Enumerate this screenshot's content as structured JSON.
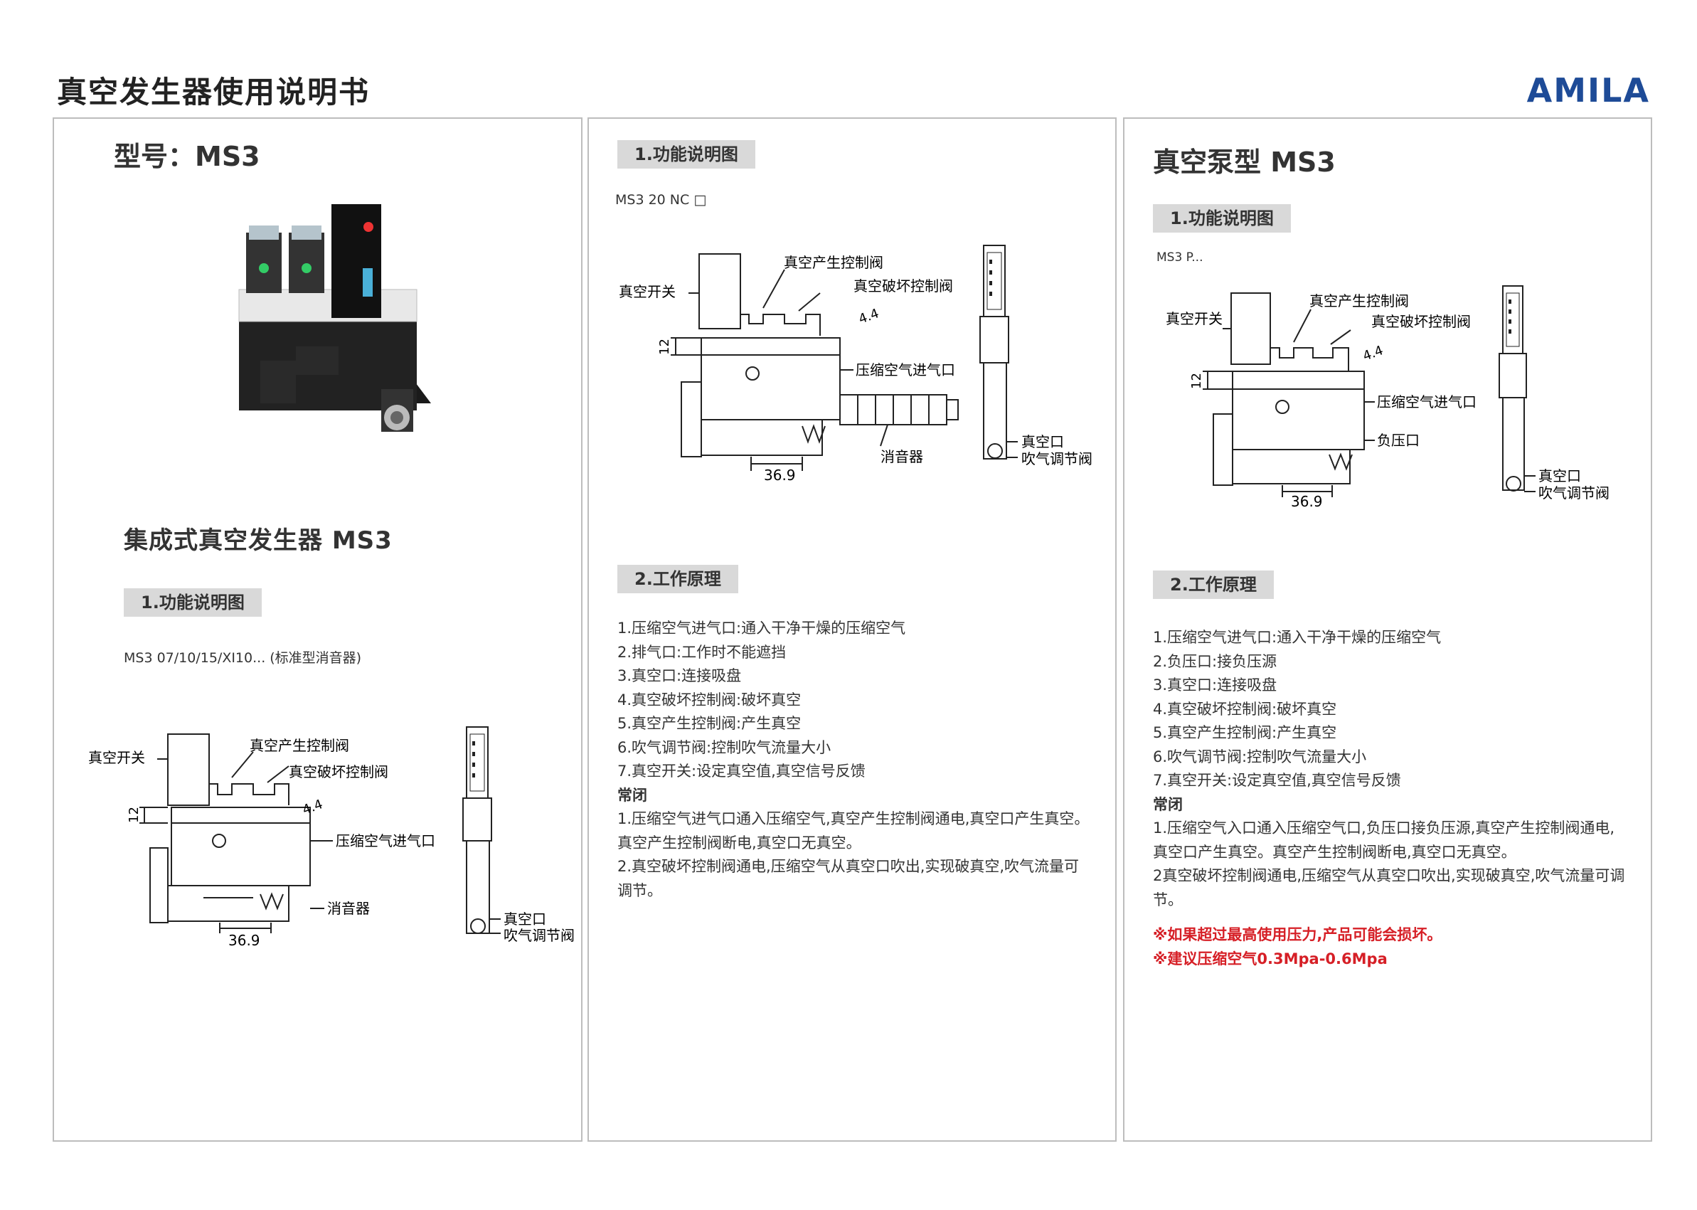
{
  "header": {
    "title": "真空发生器使用说明书",
    "logo": "AMILA"
  },
  "colors": {
    "logo": "#1e4b97",
    "label_bg": "#d9d9d9",
    "warning": "#d61f26",
    "border": "#bdbdbd"
  },
  "left": {
    "model": "型号：MS3",
    "product_name": "集成式真空发生器 MS3",
    "section1": "1.功能说明图",
    "model_code": "MS3 07/10/15/XI10... (标准型消音器)",
    "diagram": {
      "labels": [
        "真空开关",
        "真空产生控制阀",
        "真空破坏控制阀",
        "压缩空气进气口",
        "消音器",
        "真空口",
        "吹气调节阀"
      ],
      "dim_12": "12",
      "dim_36": "36.9",
      "dim_44": "4.4"
    }
  },
  "middle": {
    "section1": "1.功能说明图",
    "model_code": "MS3 20 NC □",
    "diagram": {
      "labels": [
        "真空开关",
        "真空产生控制阀",
        "真空破坏控制阀",
        "压缩空气进气口",
        "消音器",
        "真空口",
        "吹气调节阀"
      ],
      "dim_12": "12",
      "dim_36": "36.9",
      "dim_44": "4.4"
    },
    "section2": "2.工作原理",
    "principles": [
      "1.压缩空气进气口:通入干净干燥的压缩空气",
      "2.排气口:工作时不能遮挡",
      "3.真空口:连接吸盘",
      "4.真空破坏控制阀:破坏真空",
      "5.真空产生控制阀:产生真空",
      "6.吹气调节阀:控制吹气流量大小",
      "7.真空开关:设定真空值,真空信号反馈"
    ],
    "nc_heading": "常闭",
    "nc_items": [
      "1.压缩空气进气口通入压缩空气,真空产生控制阀通电,真空口产生真空。真空产生控制阀断电,真空口无真空。",
      "2.真空破坏控制阀通电,压缩空气从真空口吹出,实现破真空,吹气流量可调节。"
    ]
  },
  "right": {
    "model": "真空泵型 MS3",
    "section1": "1.功能说明图",
    "model_code": "MS3 P...",
    "diagram": {
      "labels": [
        "真空开关",
        "真空产生控制阀",
        "真空破坏控制阀",
        "压缩空气进气口",
        "负压口",
        "真空口",
        "吹气调节阀"
      ],
      "dim_12": "12",
      "dim_36": "36.9",
      "dim_44": "4.4"
    },
    "section2": "2.工作原理",
    "principles": [
      "1.压缩空气进气口:通入干净干燥的压缩空气",
      "2.负压口:接负压源",
      "3.真空口:连接吸盘",
      "4.真空破坏控制阀:破坏真空",
      "5.真空产生控制阀:产生真空",
      "6.吹气调节阀:控制吹气流量大小",
      "7.真空开关:设定真空值,真空信号反馈"
    ],
    "nc_heading": "常闭",
    "nc_items": [
      "1.压缩空气入口通入压缩空气口,负压口接负压源,真空产生控制阀通电,真空口产生真空。真空产生控制阀断电,真空口无真空。",
      "2真空破坏控制阀通电,压缩空气从真空口吹出,实现破真空,吹气流量可调节。"
    ],
    "warnings": [
      "※如果超过最高使用压力,产品可能会损坏。",
      "※建议压缩空气0.3Mpa-0.6Mpa"
    ]
  }
}
